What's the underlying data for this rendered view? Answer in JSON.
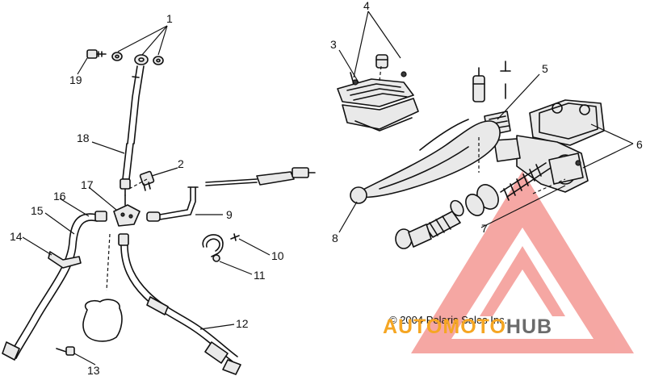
{
  "callouts": {
    "c1": "1",
    "c2": "2",
    "c3": "3",
    "c4": "4",
    "c5": "5",
    "c6": "6",
    "c7": "7",
    "c8": "8",
    "c9": "9",
    "c10": "10",
    "c11": "11",
    "c12": "12",
    "c13": "13",
    "c14": "14",
    "c15": "15",
    "c16": "16",
    "c17": "17",
    "c18": "18",
    "c19": "19"
  },
  "copyright": "© 2004 Polaris Sales Inc.",
  "watermark": {
    "part1": "AUTOMOTO",
    "part2": "HUB",
    "color_orange": "#f5a623",
    "color_gray": "#6b6b6b",
    "color_red": "#e8473f"
  }
}
